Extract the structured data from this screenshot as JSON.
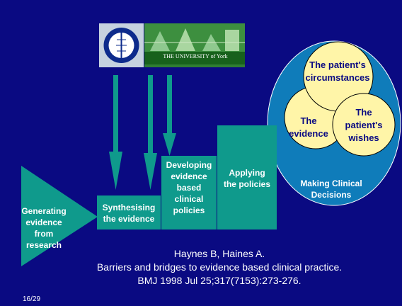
{
  "slide": {
    "background": "#0a0a82",
    "accent": "#0f9a8c",
    "circle_fill": "#fff5a8",
    "ellipse_fill": "#0f7cba"
  },
  "logos": {
    "cochrane_icon": "cochrane-logo-icon",
    "york_name": "THE UNIVERSITY of York"
  },
  "stages": [
    {
      "label": "Generating evidence from research",
      "lines": [
        "Generating",
        "evidence",
        "from",
        "research"
      ]
    },
    {
      "label": "Synthesising the evidence",
      "lines": [
        "Synthesising",
        "the evidence"
      ]
    },
    {
      "label": "Developing evidence based clinical policies",
      "lines": [
        "Developing",
        "evidence",
        "based",
        "clinical",
        "policies"
      ]
    },
    {
      "label": "Applying the policies",
      "lines": [
        "Applying",
        "the policies"
      ]
    }
  ],
  "decision": {
    "label_lines": [
      "Making Clinical",
      "Decisions"
    ],
    "circles": [
      {
        "lines": [
          "The patient's",
          "circumstances"
        ]
      },
      {
        "lines": [
          "The",
          "evidence"
        ]
      },
      {
        "lines": [
          "The",
          "patient's",
          "wishes"
        ]
      }
    ]
  },
  "citation": {
    "line1": "Haynes B, Haines A.",
    "line2": "Barriers and bridges to evidence based clinical practice.",
    "line3": "BMJ 1998 Jul 25;317(7153):273-276."
  },
  "page_number": "16/29"
}
